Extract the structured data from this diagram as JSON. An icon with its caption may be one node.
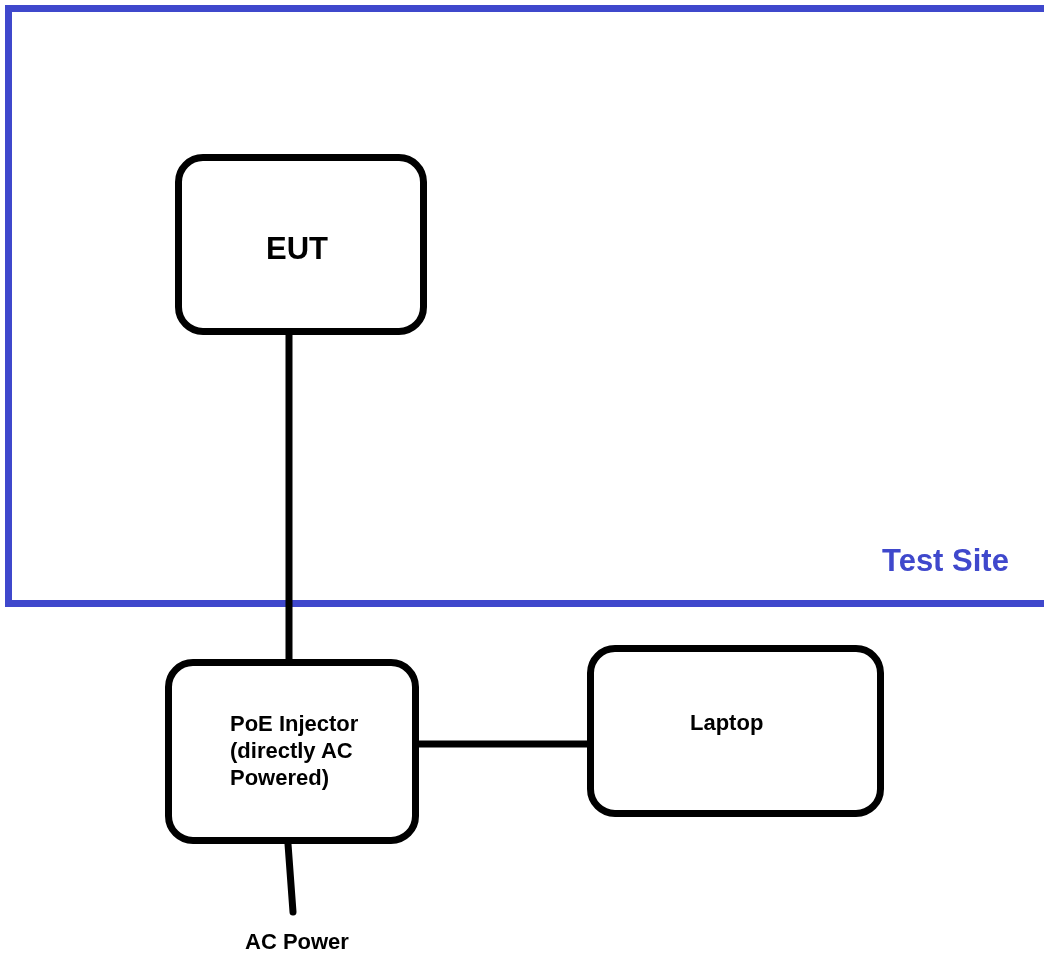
{
  "diagram": {
    "nodes": [
      {
        "text": [
          "Test Site"
        ]
      },
      {
        "text": [
          "EUT"
        ],
        "in": 0
      },
      {
        "text": [
          "PoE Injector (directly AC Powered)"
        ]
      },
      {
        "text": [
          "Laptop"
        ]
      },
      {
        "text": [
          "AC Power"
        ]
      }
    ],
    "edges": [
      {
        "from": 1,
        "to": 2,
        "arrow": "none"
      },
      {
        "from": 2,
        "to": 3,
        "arrow": "none"
      },
      {
        "from": 2,
        "to": 4,
        "arrow": "none"
      }
    ]
  }
}
